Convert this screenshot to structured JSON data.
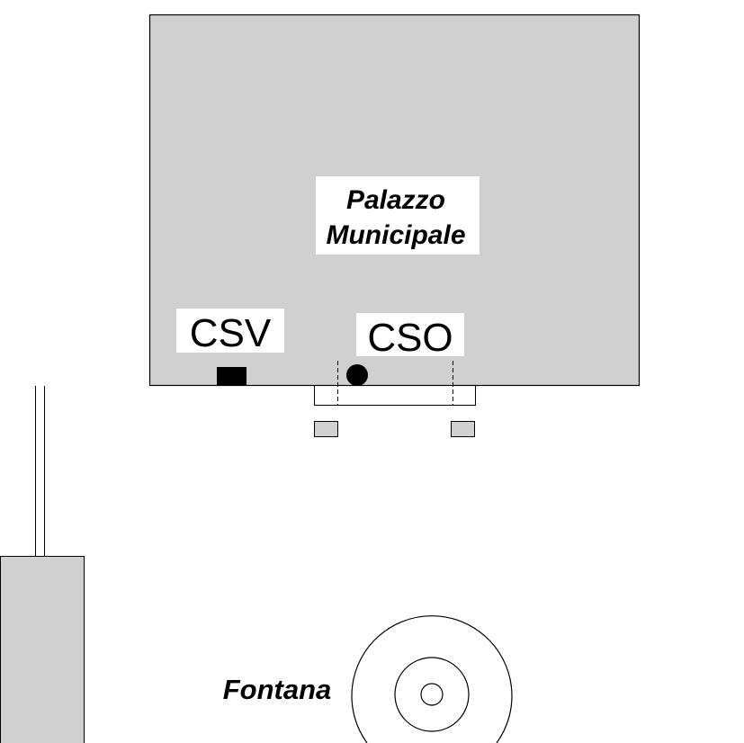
{
  "labels": {
    "building_line1": "Palazzo",
    "building_line2": "Municipale",
    "csv": "CSV",
    "cso": "CSO",
    "fountain": "Fontana"
  },
  "colors": {
    "fill_gray": "#d0d0d0",
    "stroke": "#000000",
    "label_bg": "#ffffff",
    "marker": "#000000"
  }
}
